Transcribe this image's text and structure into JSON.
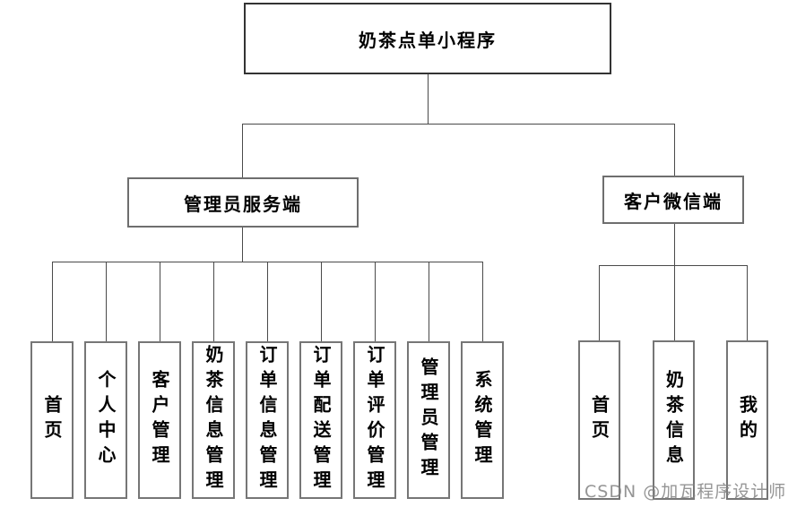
{
  "diagram": {
    "title": "奶茶点单小程序",
    "root": {
      "label": "奶茶点单小程序"
    },
    "branches": [
      {
        "label": "管理员服务端",
        "children": [
          "首页",
          "个人中心",
          "客户管理",
          "奶茶信息管理",
          "订单信息管理",
          "订单配送管理",
          "订单评价管理",
          "管理员管理",
          "系统管理"
        ]
      },
      {
        "label": "客户微信端",
        "children": [
          "首页",
          "奶茶信息",
          "我的"
        ]
      }
    ]
  },
  "watermark": "CSDN @加瓦程序设计师",
  "colors": {
    "background": "#ffffff",
    "root_border": "#333333",
    "branch_border": "#6e6e6e",
    "leaf_border": "#767676",
    "connector": "#4a4a4a",
    "text": "#000000",
    "watermark_text": "#828282"
  }
}
